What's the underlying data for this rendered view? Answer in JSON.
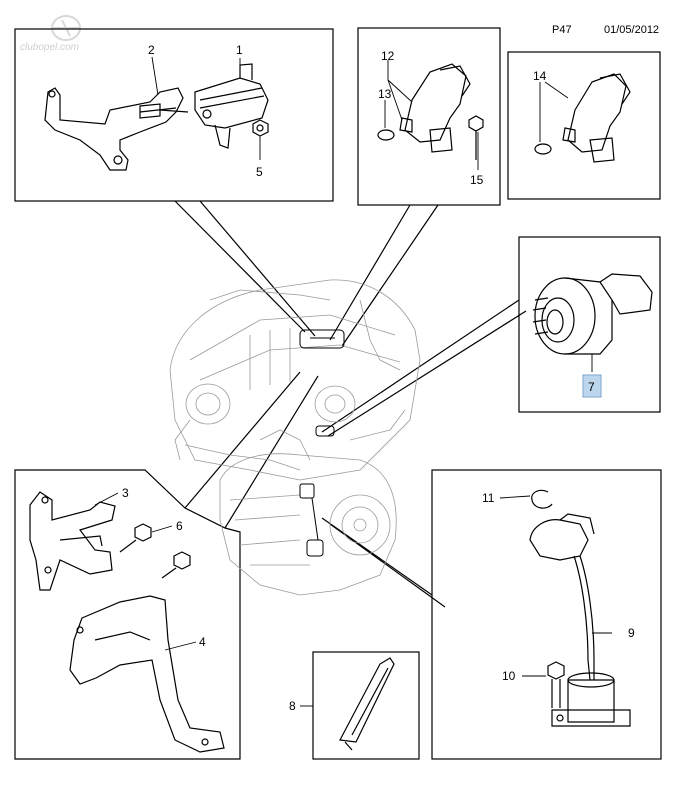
{
  "header": {
    "page_code": "P47",
    "date": "01/05/2012",
    "watermark_text": "clubopel.com"
  },
  "labels": {
    "p1": "1",
    "p2": "2",
    "p3": "3",
    "p4": "4",
    "p5": "5",
    "p6": "6",
    "p7": "7",
    "p8": "8",
    "p9": "9",
    "p10": "10",
    "p11": "11",
    "p12": "12",
    "p13": "13",
    "p14": "14",
    "p15": "15"
  },
  "colors": {
    "line": "#000000",
    "highlight_fill": "#bcd6ee",
    "highlight_border": "#7ea6cc",
    "engine_gray": "#9a9a9a"
  }
}
